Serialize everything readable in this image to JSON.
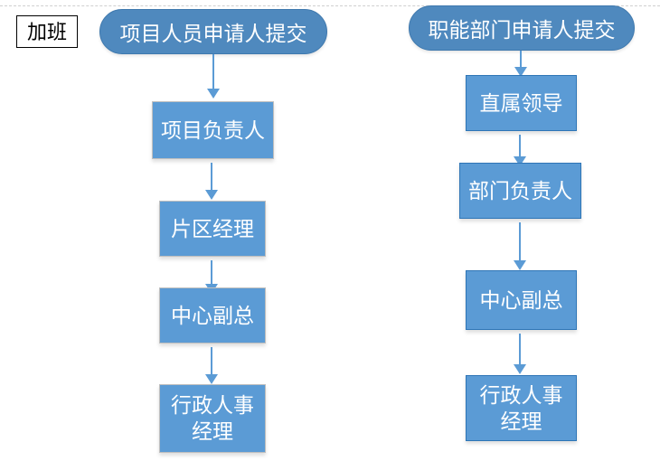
{
  "diagram": {
    "title_tag": "加班",
    "background": "#ffffff",
    "colors": {
      "node_fill": "#5B9BD5",
      "pill_fill": "#4F89BE",
      "node_border_grey": "#bfbfbf",
      "node_border_blue": "#2E75B6",
      "connector": "#5B9BD5",
      "text": "#ffffff",
      "tag_text": "#000000",
      "rule": "#cfcfcf"
    },
    "columns": [
      {
        "id": "project-staff-flow",
        "header": "项目人员申请人提交",
        "steps": [
          {
            "label": "项目负责人"
          },
          {
            "label": "片区经理"
          },
          {
            "label": "中心副总"
          },
          {
            "label": "行政人事\n经理",
            "line1": "行政人事",
            "line2": "经理"
          }
        ]
      },
      {
        "id": "functional-dept-flow",
        "header": "职能部门申请人提交",
        "steps": [
          {
            "label": "直属领导"
          },
          {
            "label": "部门负责人"
          },
          {
            "label": "中心副总"
          },
          {
            "label": "行政人事\n经理",
            "line1": "行政人事",
            "line2": "经理"
          }
        ]
      }
    ]
  }
}
